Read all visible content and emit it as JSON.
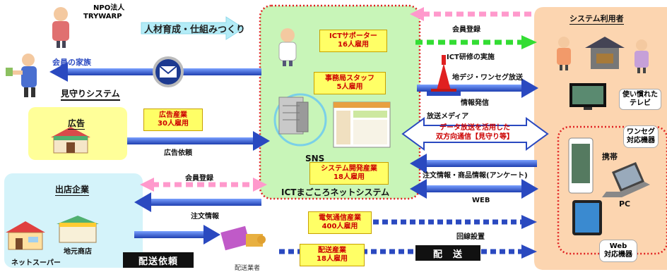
{
  "npo": {
    "line1": "NPO法人",
    "line2": "TRYWARP",
    "tagline": "人材育成・仕組みつくり"
  },
  "family": {
    "label": "会員の家族",
    "system": "見守りシステム"
  },
  "ad": {
    "title": "広告",
    "jobs_line1": "広告産業",
    "jobs_line2": "30人雇用",
    "request": "広告依頼"
  },
  "center": {
    "supporter_line1": "ICTサポーター",
    "supporter_line2": "16人雇用",
    "office_line1": "事務局スタッフ",
    "office_line2": "5人雇用",
    "sns": "SNS",
    "dev_line1": "システム開発産業",
    "dev_line2": "18人雇用",
    "system_name": "ICTまごころネットシステム"
  },
  "flows": {
    "member_reg_top": "会員登録",
    "ict_training": "ICT研修の実施",
    "broadcast": "地デジ・ワンセグ放送",
    "info_send": "情報発信",
    "media": "放送メディア",
    "interactive_line1": "データ放送を活用した",
    "interactive_line2": "双方向通信【見守り等】",
    "order_info": "注文情報・商品情報(アンケート)",
    "web": "WEB",
    "member_reg_left": "会員登録",
    "order_left": "注文情報",
    "line_setup": "回線設置"
  },
  "users": {
    "title": "システム利用者",
    "tv_line1": "使い慣れた",
    "tv_line2": "テレビ",
    "oneseg_line1": "ワンセグ",
    "oneseg_line2": "対応機器",
    "mobile": "携帯",
    "pc": "PC",
    "web_line1": "Web",
    "web_line2": "対応機器"
  },
  "stores": {
    "title": "出店企業",
    "local_shop": "地元商店",
    "net_super": "ネットスーパー",
    "delivery_request": "配送依頼"
  },
  "telecom": {
    "line1": "電気通信産業",
    "line2": "400人雇用"
  },
  "delivery": {
    "line1": "配送産業",
    "line2": "18人雇用",
    "label": "配　送",
    "company": "配送業者"
  },
  "colors": {
    "blue": "#3355cc",
    "pink": "#ff99cc",
    "green": "#33dd33",
    "yellow": "#ffff66",
    "peach": "#fcd5b0",
    "lightblue": "#d7f4fb",
    "lightyellow": "#ffff99"
  }
}
